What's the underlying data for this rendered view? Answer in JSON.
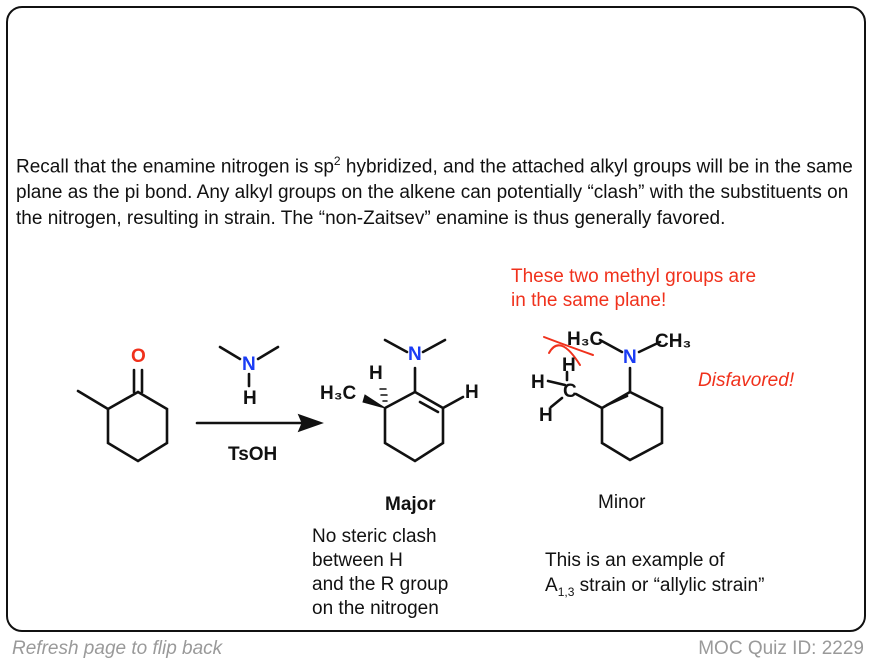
{
  "paragraph": {
    "part1": "Recall that the enamine nitrogen is sp",
    "sup": "2",
    "part2": " hybridized, and the attached alkyl groups will be in the same plane as the pi bond. Any alkyl groups on the alkene can potentially “clash” with the substituents on the nitrogen, resulting in strain. The “non-Zaitsev” enamine is thus generally favored."
  },
  "annotation": {
    "line1": "These two methyl groups are",
    "line2": "in the same plane!",
    "disfavored": "Disfavored!"
  },
  "reaction": {
    "reagent": "TsOH",
    "atoms": {
      "O": "O",
      "N": "N",
      "H": "H",
      "C": "C",
      "H3C": "H₃C",
      "CH3": "CH₃"
    }
  },
  "major": {
    "label": "Major",
    "note": [
      "No steric clash",
      "between H",
      "and the R group",
      "on the nitrogen"
    ]
  },
  "minor": {
    "label": "Minor",
    "note1": "This is an example of",
    "note2_a": "A",
    "note2_sub": "1,3",
    "note2_b": " strain or “allylic strain”"
  },
  "footer": {
    "left": "Refresh page to flip back",
    "right": "MOC Quiz ID: 2229"
  },
  "colors": {
    "oxygen": "#f0311c",
    "nitrogen": "#1a3cf5",
    "annotation": "#f0311c"
  }
}
